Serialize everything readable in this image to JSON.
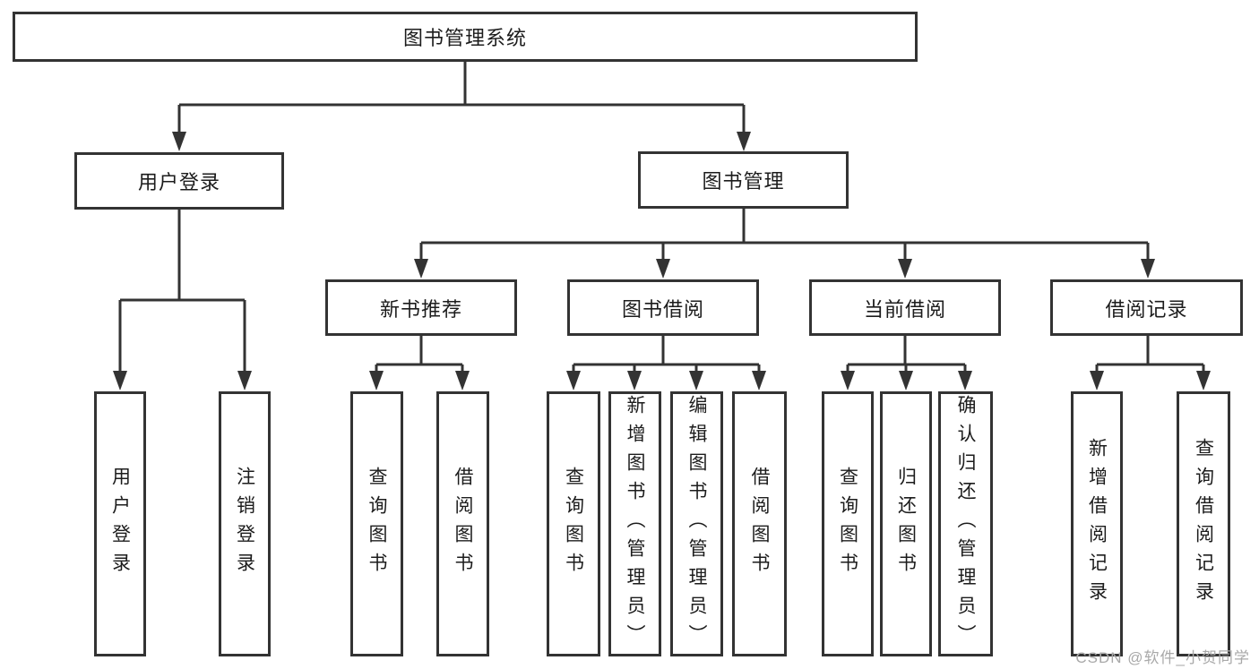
{
  "diagram": {
    "root": {
      "label": "图书管理系统"
    },
    "level2": [
      {
        "label": "用户登录",
        "children": [
          {
            "label": "用户登录"
          },
          {
            "label": "注销登录"
          }
        ]
      },
      {
        "label": "图书管理",
        "sections": [
          {
            "label": "新书推荐",
            "children": [
              {
                "label": "查询图书"
              },
              {
                "label": "借阅图书"
              }
            ]
          },
          {
            "label": "图书借阅",
            "children": [
              {
                "label": "查询图书"
              },
              {
                "label": "新增图书（管理员）"
              },
              {
                "label": "编辑图书（管理员）"
              },
              {
                "label": "借阅图书"
              }
            ]
          },
          {
            "label": "当前借阅",
            "children": [
              {
                "label": "查询图书"
              },
              {
                "label": "归还图书"
              },
              {
                "label": "确认归还（管理员）"
              }
            ]
          },
          {
            "label": "借阅记录",
            "children": [
              {
                "label": "新增借阅记录"
              },
              {
                "label": "查询借阅记录"
              }
            ]
          }
        ]
      }
    ],
    "colors": {
      "line": "#333333",
      "text": "#1c1c1c",
      "box_background": "#ffffff",
      "watermark": "#a9a9a9"
    }
  },
  "watermark": {
    "text": "CSDN @软件_小贺同学"
  }
}
